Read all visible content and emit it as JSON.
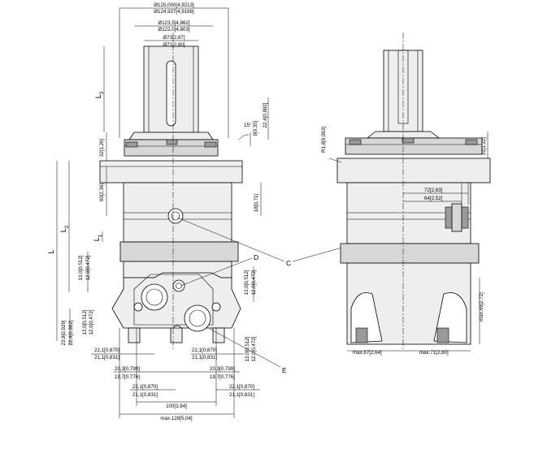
{
  "dimensions": {
    "flange_d1": "Ø125,000[4,9213]",
    "flange_d2": "Ø124,937[4,9188]",
    "pilot_d1": "Ø123,5[4,862]",
    "pilot_d2": "Ø122,0[4,803]",
    "shaft_d1": "Ø73[2,87]",
    "shaft_d2": "Ø71[2,80]",
    "l3": "L",
    "l3_sub": "3",
    "dim_224": "22,4[0,882]",
    "dim_9": "9[0,35]",
    "angle": "15°",
    "dim_32": "32[1,26]",
    "dim_60": "60[2,36]",
    "dim_18": "18[0,71]",
    "l2": "L",
    "l2_sub": "2",
    "l": "L",
    "l1": "L",
    "l1_sub": "1",
    "dim_13a": "13,0[0,512]",
    "dim_12a": "12,0[0,472]",
    "dim_13b": "13,0[0,512]",
    "dim_12b": "12,0[0,472]",
    "dim_13c": "13,0[0,512]",
    "dim_12c": "12,0[0,472]",
    "dim_13d": "13,0[0,512]",
    "dim_12d": "12,0[0,472]",
    "dim_238": "23,8[0,929]",
    "dim_224b": "22,4[0,882]",
    "dim_221a": "22,1[0,870]",
    "dim_211a": "21,1[0,831]",
    "dim_221b": "22,1[0,870]",
    "dim_211b": "21,1[0,831]",
    "dim_203a": "20,3[0,799]",
    "dim_197a": "19,7[0,776]",
    "dim_203b": "20,3[0,799]",
    "dim_197b": "19,7[0,776]",
    "dim_221c": "22,1[0,870]",
    "dim_211c": "21,1[0,831]",
    "dim_221d": "22,1[0,870]",
    "dim_211d": "21,1[0,831]",
    "dim_100": "100[3,94]",
    "dim_max128": "max.128[5,04]",
    "r18": "R1,8[0,063]",
    "dim_31": "31[1,22]",
    "dim_72": "72[2,83]",
    "dim_64": "64[2,52]",
    "dim_max69": "max.69[2,72]",
    "dim_max67": "max.67[2,64]",
    "dim_max71": "max.71[2,80]"
  },
  "labels": {
    "c": "C",
    "d": "D",
    "e": "E"
  }
}
